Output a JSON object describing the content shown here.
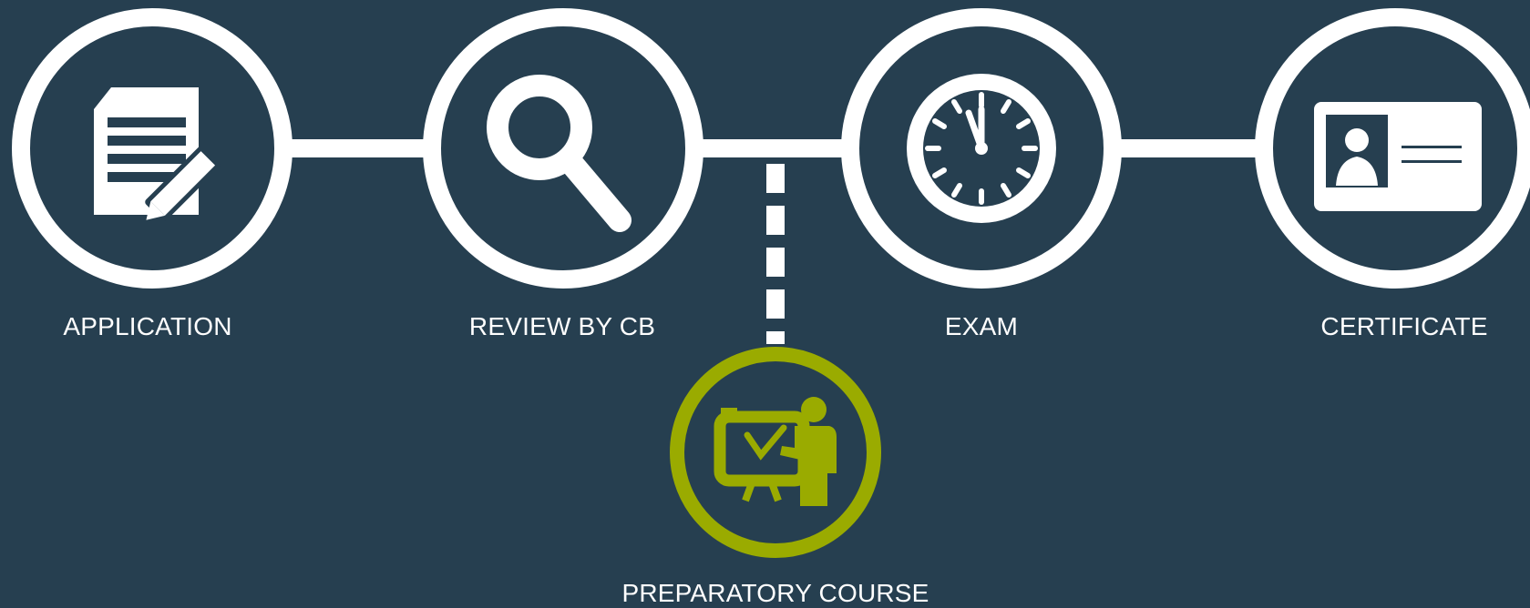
{
  "colors": {
    "background": "#263f50",
    "step": "#ffffff",
    "optional_step": "#9aab00"
  },
  "steps": [
    {
      "label": "APPLICATION",
      "icon": "document-pencil-icon"
    },
    {
      "label": "REVIEW BY CB",
      "icon": "magnifier-icon"
    },
    {
      "label": "EXAM",
      "icon": "clock-icon"
    },
    {
      "label": "CERTIFICATE",
      "icon": "id-card-icon"
    }
  ],
  "optional_step": {
    "label": "PREPARATORY COURSE",
    "icon": "presentation-teacher-icon"
  }
}
